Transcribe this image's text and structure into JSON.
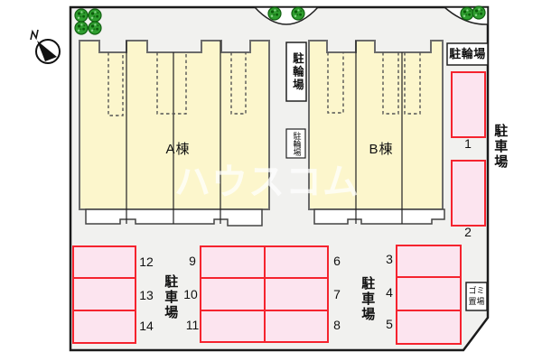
{
  "plan": {
    "watermark": "ハウスコム",
    "building_a": "A棟",
    "building_b": "B棟",
    "bicycle_parking": "駐輪場",
    "parking_lot": "駐車場",
    "garbage_area": "ゴミ置場",
    "space_numbers": [
      "1",
      "2",
      "3",
      "4",
      "5",
      "6",
      "7",
      "8",
      "9",
      "10",
      "11",
      "12",
      "13",
      "14"
    ],
    "colors": {
      "site_fill": "#f1f1ef",
      "building_fill": "#fcf6cc",
      "space_fill": "#fce4ef",
      "space_border": "#f5232e",
      "tree_green": "#2f9e2f"
    }
  }
}
